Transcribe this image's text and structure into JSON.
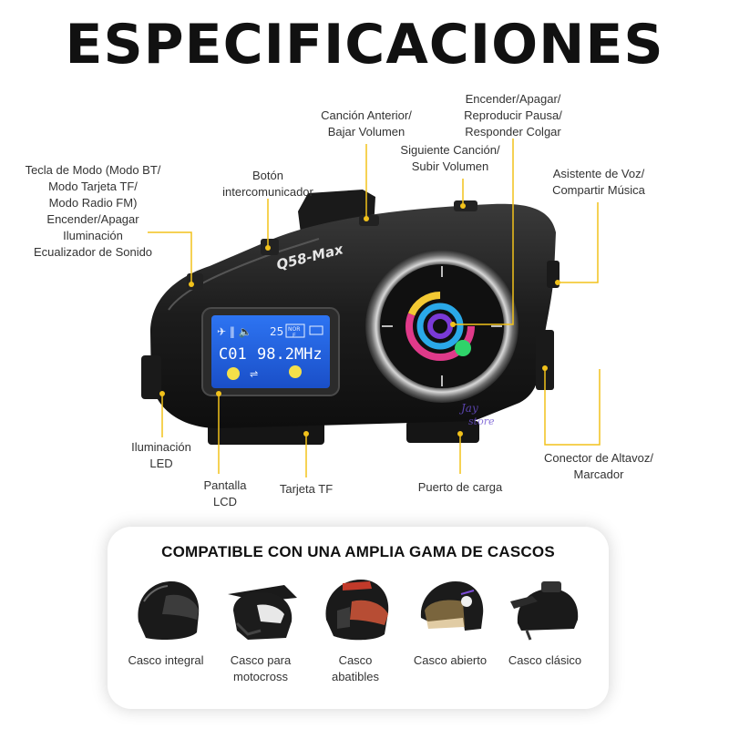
{
  "title": "ESPECIFICACIONES",
  "device_model": "Q58-Max",
  "lcd": {
    "channel": "C01",
    "frequency": "98.2MHz",
    "volume": "25",
    "mode_badge_top": "NOR",
    "mode_badge_bottom": "E"
  },
  "watermark": {
    "line1": "Jay",
    "line2": "store"
  },
  "labels": {
    "mode_key": [
      "Tecla de Modo (Modo BT/",
      "Modo Tarjeta TF/",
      "Modo Radio FM)",
      "Encender/Apagar",
      "Iluminación",
      "Ecualizador de Sonido"
    ],
    "intercom": [
      "Botón",
      "intercomunicador"
    ],
    "prev_song": [
      "Canción Anterior/",
      "Bajar Volumen"
    ],
    "power": [
      "Encender/Apagar/",
      "Reproducir Pausa/",
      "Responder Colgar"
    ],
    "next_song": [
      "Siguiente Canción/",
      "Subir Volumen"
    ],
    "voice": [
      "Asistente de Voz/",
      "Compartir Música"
    ],
    "lighting_led": [
      "Iluminación",
      "LED"
    ],
    "lcd_screen": [
      "Pantalla",
      "LCD"
    ],
    "tf_card": [
      "Tarjeta TF"
    ],
    "charging_port": [
      "Puerto de carga"
    ],
    "speaker": [
      "Conector de Altavoz/",
      "Marcador"
    ]
  },
  "compat": {
    "title": "COMPATIBLE CON UNA AMPLIA GAMA DE CASCOS",
    "helmets": [
      {
        "icon": "full-face-helmet-icon",
        "label": [
          "Casco integral"
        ]
      },
      {
        "icon": "motocross-helmet-icon",
        "label": [
          "Casco para",
          "motocross"
        ]
      },
      {
        "icon": "modular-helmet-icon",
        "label": [
          "Casco",
          "abatibles"
        ]
      },
      {
        "icon": "open-face-helmet-icon",
        "label": [
          "Casco abierto"
        ]
      },
      {
        "icon": "classic-helmet-icon",
        "label": [
          "Casco clásico"
        ]
      }
    ]
  },
  "colors": {
    "leader_line": "#f2c21b",
    "device_body": "#1e1e1e",
    "lcd_bg": "#1f5fe0",
    "ring_outer": "#b9b9b9"
  }
}
